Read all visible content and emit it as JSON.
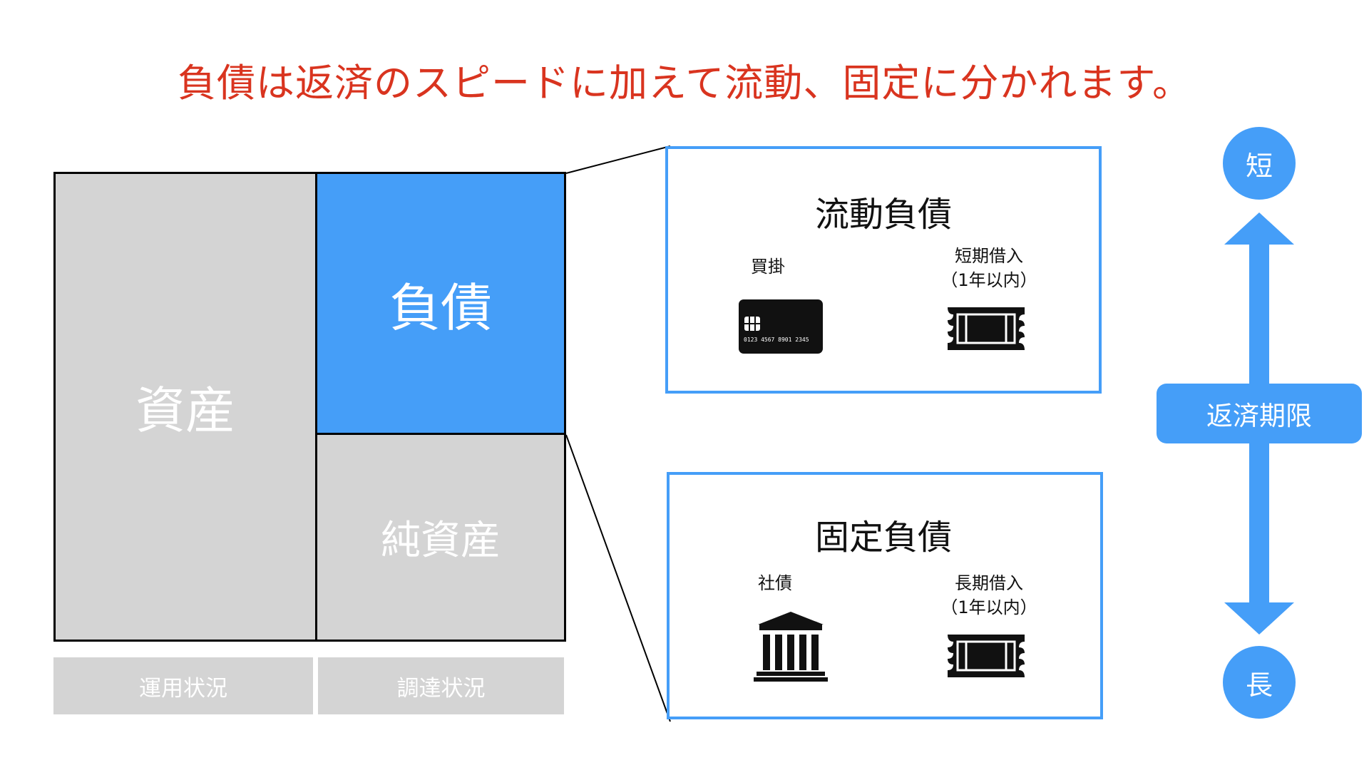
{
  "title": "負債は返済のスピードに加えて流動、固定に分かれます。",
  "balance_sheet": {
    "assets": "資産",
    "liabilities": "負債",
    "net_assets": "純資産",
    "caption_left": "運用状況",
    "caption_right": "調達状況"
  },
  "current_liabilities": {
    "title": "流動負債",
    "item1": "買掛",
    "item2_line1": "短期借入",
    "item2_line2": "（1年以内）",
    "card_number": "0123 4567 8901 2345"
  },
  "fixed_liabilities": {
    "title": "固定負債",
    "item1": "社債",
    "item2_line1": "長期借入",
    "item2_line2": "（1年以内）"
  },
  "axis": {
    "top": "短",
    "bottom": "長",
    "label": "返済期限"
  },
  "colors": {
    "accent_blue": "#459ef8",
    "title_red": "#d9341f",
    "gray": "#d4d4d4"
  },
  "icons": [
    "credit-card-icon",
    "ticket-icon",
    "bank-building-icon",
    "ticket-icon"
  ]
}
